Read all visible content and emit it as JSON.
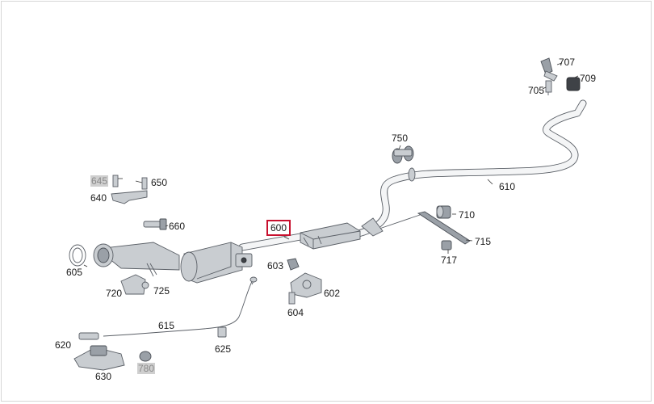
{
  "diagram": {
    "callouts": [
      {
        "id": "c707",
        "text": "707"
      },
      {
        "id": "c709",
        "text": "709"
      },
      {
        "id": "c705",
        "text": "705"
      },
      {
        "id": "c750",
        "text": "750"
      },
      {
        "id": "c610",
        "text": "610"
      },
      {
        "id": "c645",
        "text": "645",
        "greyed": true
      },
      {
        "id": "c650",
        "text": "650"
      },
      {
        "id": "c640",
        "text": "640"
      },
      {
        "id": "c660",
        "text": "660"
      },
      {
        "id": "c600",
        "text": "600",
        "highlighted": true
      },
      {
        "id": "c710",
        "text": "710"
      },
      {
        "id": "c715",
        "text": "715"
      },
      {
        "id": "c717",
        "text": "717"
      },
      {
        "id": "c605",
        "text": "605"
      },
      {
        "id": "c603",
        "text": "603"
      },
      {
        "id": "c602",
        "text": "602"
      },
      {
        "id": "c720",
        "text": "720"
      },
      {
        "id": "c725",
        "text": "725"
      },
      {
        "id": "c604",
        "text": "604"
      },
      {
        "id": "c615",
        "text": "615"
      },
      {
        "id": "c620",
        "text": "620"
      },
      {
        "id": "c625",
        "text": "625"
      },
      {
        "id": "c630",
        "text": "630"
      },
      {
        "id": "c780",
        "text": "780",
        "greyed": true
      }
    ],
    "colors": {
      "highlight_border": "#c8102e",
      "greyed_background": "#cfcfcf",
      "part_fill": "#c9cdd1",
      "outline": "#5a5f66"
    }
  }
}
